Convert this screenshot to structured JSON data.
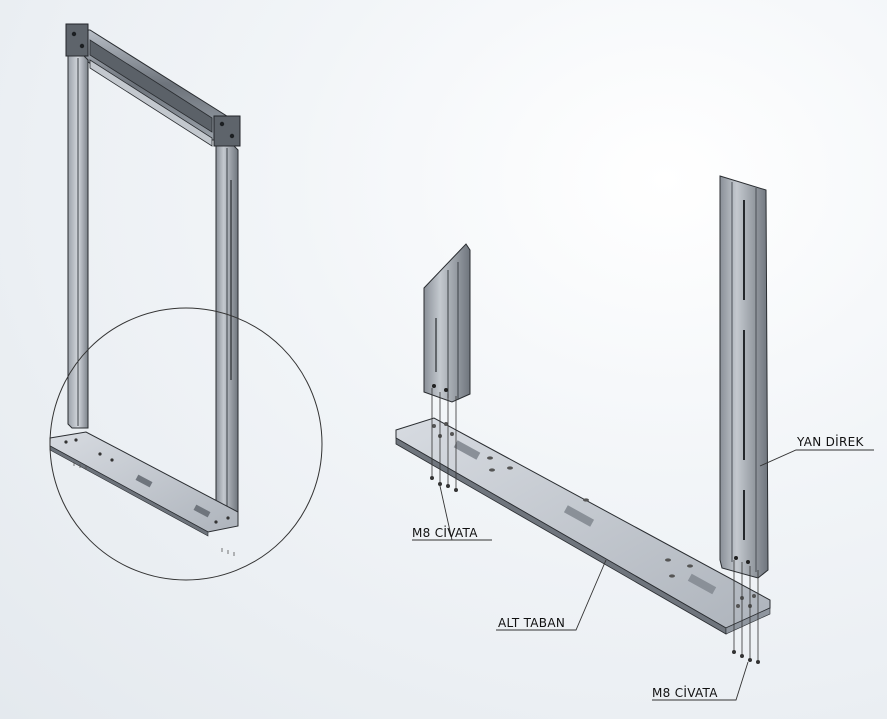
{
  "labels": {
    "yan_direk": "YAN DİREK",
    "m8_civata_left": "M8 CİVATA",
    "alt_taban": "ALT TABAN",
    "m8_civata_bottom": "M8 CİVATA"
  },
  "colors": {
    "metal_light": "#c9ced5",
    "metal_mid": "#8f969f",
    "metal_dark": "#4a4f56",
    "edge": "#2a2d31",
    "leader": "#333333"
  }
}
